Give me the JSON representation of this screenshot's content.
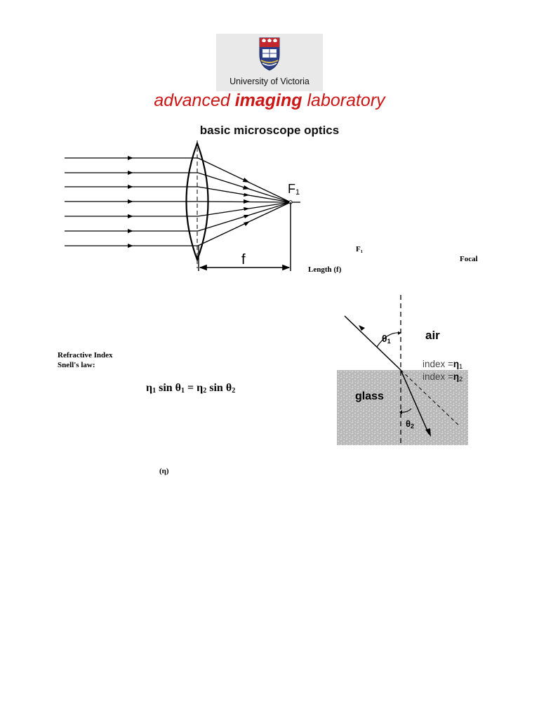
{
  "header": {
    "logo_caption": "University of Victoria",
    "lab_title_pre": "advanced ",
    "lab_title_bold": "imaging",
    "lab_title_post": " laboratory",
    "page_title": "basic microscope optics"
  },
  "lens_figure": {
    "focal_point_label": "F",
    "focal_point_sub": "1",
    "focal_length_label": "f"
  },
  "notes": {
    "f1": "F₁",
    "focal": "Focal",
    "length": "Length (f)",
    "refractive_index": "Refractive  Index",
    "snells_law": "Snell's law:",
    "eta": "(η)"
  },
  "equation": {
    "eta": "η",
    "sin": " sin ",
    "theta": "θ",
    "equals": " = ",
    "sub1": "1",
    "sub2": "2"
  },
  "refraction_figure": {
    "air_label": "air",
    "glass_label": "glass",
    "index1_text": "index =",
    "index_symbol": "η",
    "index1_sub": "1",
    "index2_text": "index =",
    "index2_sub": "2",
    "theta1": "θ",
    "theta1_sub": "1",
    "theta2": "θ",
    "theta2_sub": "2"
  },
  "colors": {
    "title_red": "#cc1616",
    "glass_gray": "#b9b9b9",
    "crest_blue": "#2c3f86",
    "crest_red": "#c4272b",
    "crest_gold": "#d9b44a"
  }
}
